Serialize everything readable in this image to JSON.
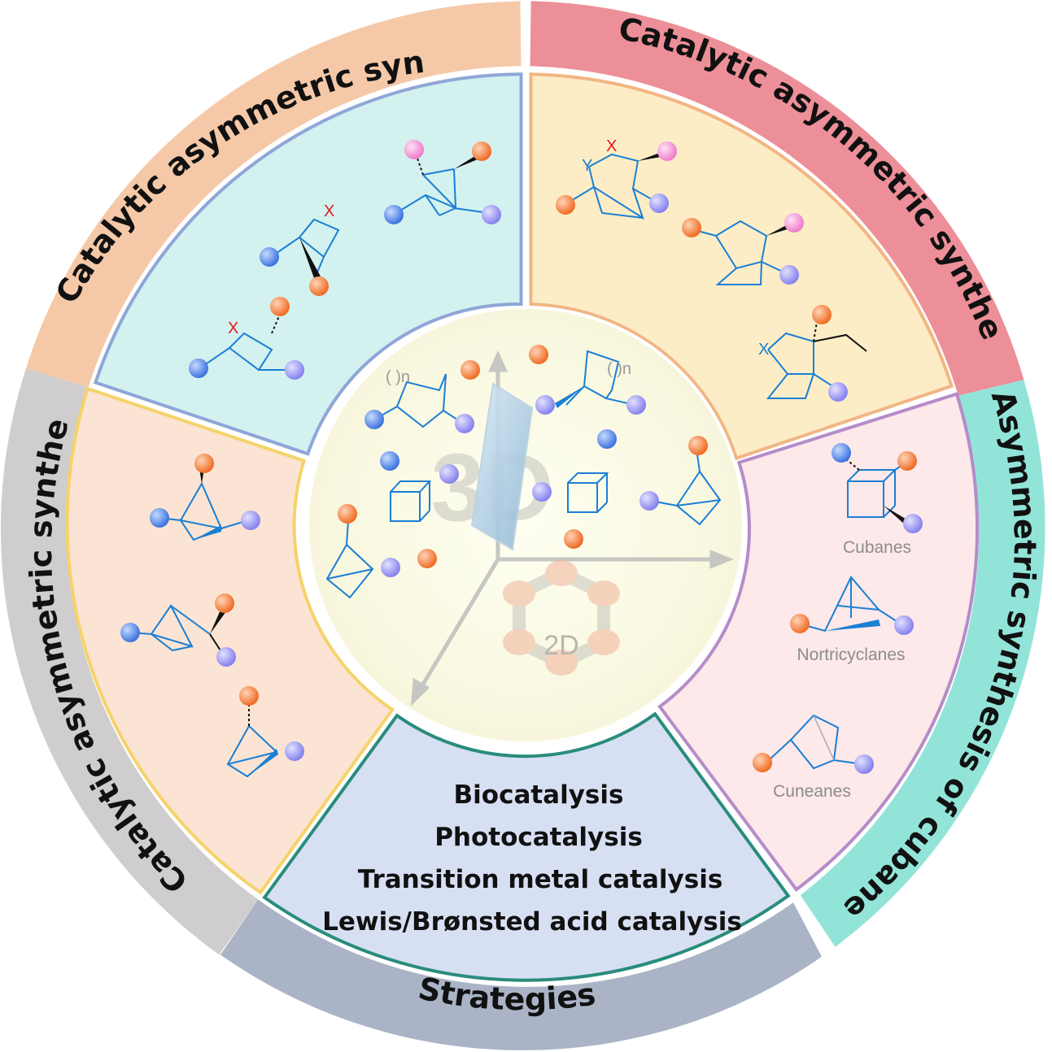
{
  "sections": {
    "bch": {
      "title": "Catalytic asymmetric synthesis of  BCHs",
      "band_color": "#f5c9a8",
      "panel_color": "#d3f1ef",
      "border_color": "#8fa6d8"
    },
    "bchep": {
      "title": "Catalytic asymmetric synthesis of  BCHeps",
      "band_color": "#ec8f98",
      "panel_color": "#fdedc6",
      "border_color": "#f2b584"
    },
    "cubane": {
      "title": "Asymmetric synthesis of cubanes and beyond",
      "band_color": "#92e4d9",
      "panel_color": "#fde8ea",
      "border_color": "#b58cc8"
    },
    "strategies": {
      "title": "Strategies",
      "band_color": "#aab4c6",
      "panel_color": "#d7e0f3",
      "border_color": "#2a8c7c"
    },
    "bcp": {
      "title": "Catalytic asymmetric synthesis of BCPs",
      "band_color": "#cfcdcd",
      "panel_color": "#fbe4d3",
      "border_color": "#f5d36a"
    }
  },
  "strategies_list": [
    "Biocatalysis",
    "Photocatalysis",
    "Transition metal catalysis",
    "Lewis/Brønsted acid catalysis"
  ],
  "labels": {
    "cubanes": "Cubanes",
    "nortricyclanes": "Nortricyclanes",
    "cuneanes": "Cuneanes",
    "center_2d": "2D",
    "center_3d": "3D"
  },
  "atoms": {
    "x": "X",
    "y": "Y",
    "n": "( )n"
  },
  "colors": {
    "orange_ball": "#f07a3a",
    "blue_ball": "#5b8ff0",
    "purple_ball": "#9a97f2",
    "pink_ball": "#f49ad6",
    "bond": "#1a7fd4"
  }
}
